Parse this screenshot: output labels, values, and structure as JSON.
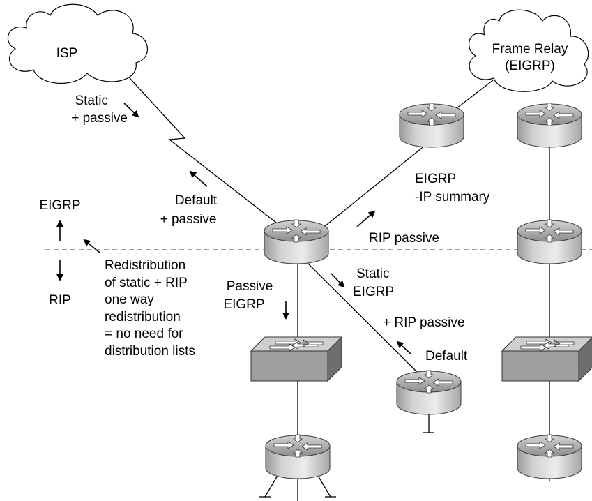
{
  "clouds": {
    "isp": "ISP",
    "frame_relay_line1": "Frame Relay",
    "frame_relay_line2": "(EIGRP)"
  },
  "labels": {
    "static_passive_1": "Static",
    "static_passive_2": "+ passive",
    "default_passive_1": "Default",
    "default_passive_2": "+ passive",
    "eigrp_summary_1": "EIGRP",
    "eigrp_summary_2": "-IP summary",
    "rip_passive": "RIP passive",
    "static_eigrp_1": "Static",
    "static_eigrp_2": "EIGRP",
    "plus_rip_passive": "+ RIP passive",
    "default": "Default",
    "passive_eigrp_1": "Passive",
    "passive_eigrp_2": "EIGRP",
    "legend_eigrp": "EIGRP",
    "legend_rip": "RIP",
    "redist_1": "Redistribution",
    "redist_2": "of static + RIP",
    "redist_3": "one way",
    "redist_4": "redistribution",
    "redist_5": "= no need for",
    "redist_6": "distribution lists"
  }
}
